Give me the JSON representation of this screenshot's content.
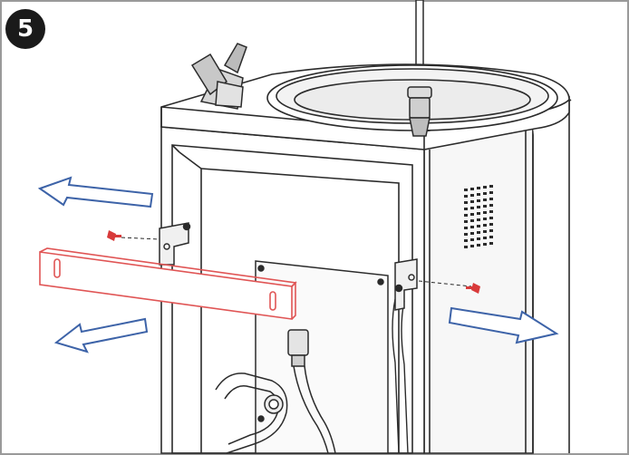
{
  "step": {
    "number": "5"
  },
  "colors": {
    "frame_border": "#9a9a9a",
    "line": "#2b2b2b",
    "bracket": "#e05555",
    "screw": "#d83a3a",
    "arrow_outline": "#3d63a8",
    "badge": "#1a1a1a"
  },
  "illustration": {
    "subject": "drinking-fountain-back-panel-removal",
    "arrows": [
      "left-arrow-upper",
      "left-arrow-lower",
      "right-arrow"
    ],
    "removed_parts": [
      "cross-brace-bracket",
      "screw-left",
      "screw-right"
    ]
  }
}
